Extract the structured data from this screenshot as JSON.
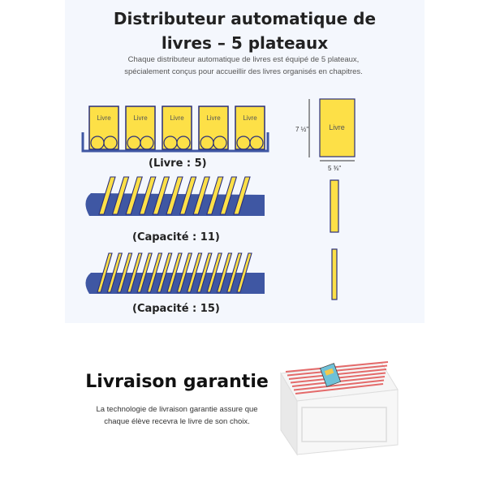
{
  "header": {
    "title_line1": "Distributeur automatique de",
    "title_line2": "livres – 5 plateaux",
    "subtitle": "Chaque distributeur automatique de livres est équipé de 5 plateaux, spécialement conçus pour accueillir des livres organisés en chapitres."
  },
  "diagram": {
    "book_label": "Livre",
    "book_count": 5,
    "row1_caption": "(Livre : 5)",
    "row2_caption": "(Capacité : 11)",
    "row3_caption": "(Capacité : 15)",
    "dim_book_label": "Livre",
    "dim_height": "7 ½\"",
    "dim_width": "5 ⅜\""
  },
  "colors": {
    "book_yellow": "#fde047",
    "tray_blue": "#3f57a3",
    "outline": "#2a2f7a",
    "panel_bg": "#f4f7fd"
  },
  "promo": {
    "title": "Livraison garantie",
    "description": "La technologie de livraison garantie assure que chaque élève recevra le livre de son choix."
  }
}
